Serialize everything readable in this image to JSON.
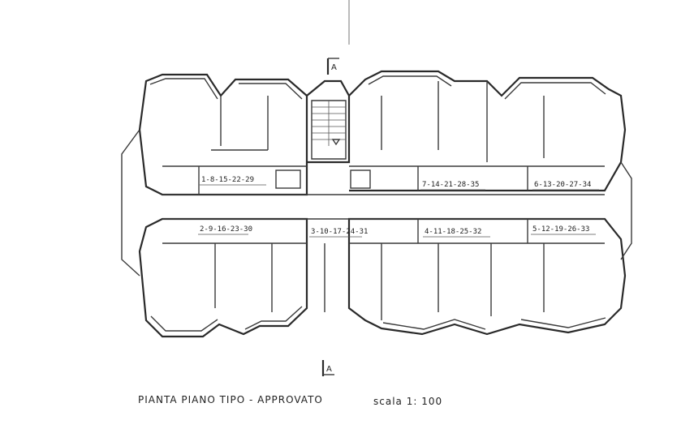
{
  "caption": {
    "title": "PIANTA  PIANO  TIPO  -  APPROVATO",
    "scale": "scala 1: 100"
  },
  "section_marks": {
    "top": "A",
    "bottom": "A"
  },
  "units": [
    {
      "label": "1-8-15-22-29"
    },
    {
      "label": "2-9-16-23-30"
    },
    {
      "label": "3-10-17-24-31"
    },
    {
      "label": "4-11-18-25-32"
    },
    {
      "label": "5-12-19-26-33"
    },
    {
      "label": "6-13-20-27-34"
    },
    {
      "label": "7-14-21-28-35"
    }
  ]
}
